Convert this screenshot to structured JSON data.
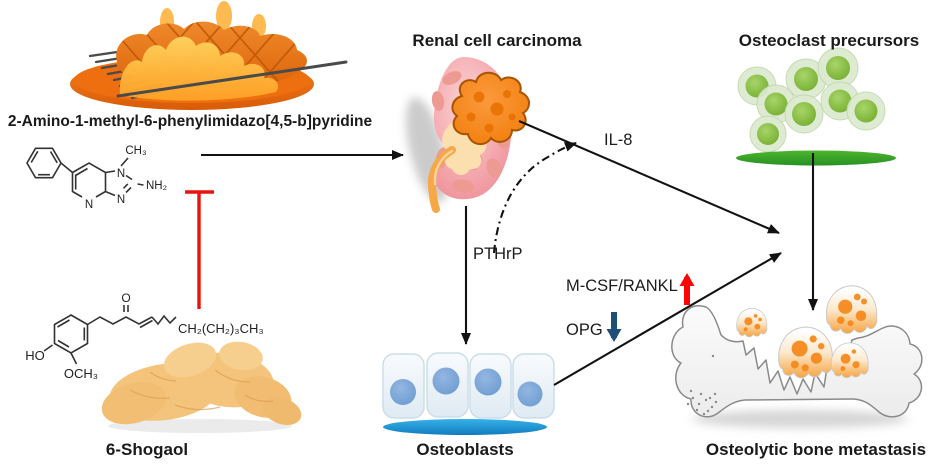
{
  "figure": {
    "background": "#ffffff",
    "nodes": {
      "phip": {
        "name": "2-Amino-1-methyl-6-phenylimidazo[4,5-b]pyridine",
        "atoms": {
          "ch3": "CH₃",
          "n_top": "N",
          "nh2": "NH₂",
          "n_bottom": "N",
          "n_pyridine": "N"
        }
      },
      "shogaol": {
        "name": "6-Shogaol",
        "atoms": {
          "ketone_o": "O",
          "hydroxyl": "HO",
          "methoxy": "OCH₃",
          "chain": "CH₂(CH₂)₃CH₃"
        }
      },
      "rcc": {
        "name": "Renal cell carcinoma"
      },
      "precursors": {
        "name": "Osteoclast precursors"
      },
      "osteoblasts": {
        "name": "Osteoblasts"
      },
      "bone": {
        "name": "Osteolytic bone metastasis"
      }
    },
    "mediators": {
      "il8": {
        "label": "IL-8"
      },
      "pthrp": {
        "label": "PTHrP"
      },
      "mcsf_rankl": {
        "label": "M-CSF/RANKL",
        "regulation": "up",
        "arrow_color": "#fe0505"
      },
      "opg": {
        "label": "OPG",
        "regulation": "down",
        "arrow_color": "#1f4e79"
      }
    },
    "edges": [
      {
        "from": "2-Amino-1-methyl-6-phenylimidazo[4,5-b]pyridine",
        "to": "Renal cell carcinoma",
        "style": "solid-arrow"
      },
      {
        "from": "6-Shogaol",
        "to": "2-Amino-1-methyl-6-phenylimidazo[4,5-b]pyridine",
        "style": "inhibition-bar",
        "color": "#e8130c"
      },
      {
        "from": "Renal cell carcinoma",
        "to": "Osteoclast precursors",
        "via": "IL-8",
        "style": "solid-arrow"
      },
      {
        "from": "Renal cell carcinoma",
        "to": "Osteoblasts",
        "via": "PTHrP",
        "style": "solid-arrow"
      },
      {
        "from": "PTHrP",
        "to": "IL-8",
        "style": "dash-dot-arrow"
      },
      {
        "from": "Osteoblasts",
        "to": "Osteoclast precursors",
        "via": "M-CSF/RANKL up, OPG down",
        "style": "solid-arrow"
      },
      {
        "from": "Osteoclast precursors",
        "to": "Osteolytic bone metastasis",
        "style": "solid-arrow"
      }
    ],
    "colors": {
      "inhibition_red": "#e8130c",
      "upregulation_red": "#fe0505",
      "downregulation_blue": "#1f4e79",
      "tumor_orange": "#f58220",
      "precursor_green": "#8cc63f",
      "precursor_plate_green": "#2fa12b",
      "osteoblast_nucleus_blue": "#79a7db",
      "osteoblast_plate_blue": "#1e9fd8",
      "kidney_pink": "#f2a3a9",
      "bone_gray": "#f5f5f5"
    }
  }
}
